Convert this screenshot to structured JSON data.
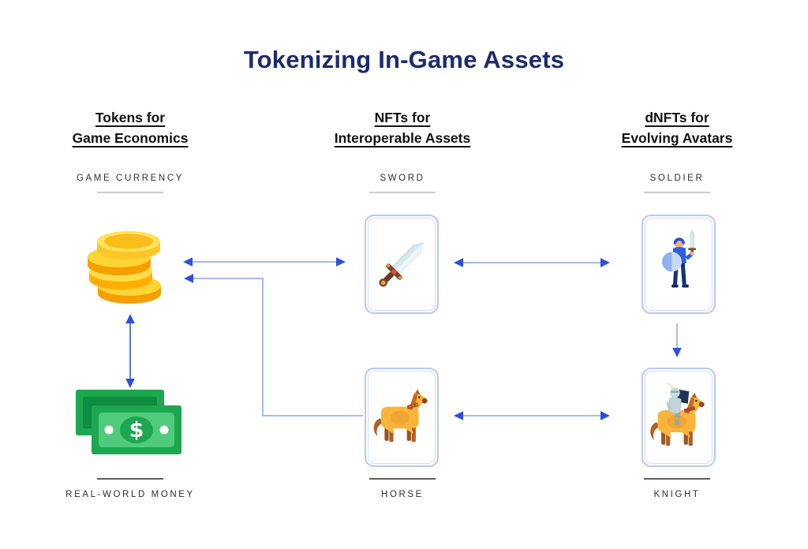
{
  "title": "Tokenizing In-Game Assets",
  "columns": [
    {
      "header": [
        "Tokens for",
        "Game Economics"
      ],
      "top_label": "GAME CURRENCY",
      "bottom_label": "REAL-WORLD MONEY",
      "top_icon": "coins-icon",
      "bottom_icon": "money-icon"
    },
    {
      "header": [
        "NFTs for",
        "Interoperable Assets"
      ],
      "top_label": "SWORD",
      "bottom_label": "HORSE",
      "top_icon": "sword-icon",
      "bottom_icon": "horse-icon"
    },
    {
      "header": [
        "dNFTs for",
        "Evolving Avatars"
      ],
      "top_label": "SOLDIER",
      "bottom_label": "KNIGHT",
      "top_icon": "soldier-icon",
      "bottom_icon": "knight-icon"
    }
  ],
  "relationships": [
    {
      "from": "game-currency",
      "to": "sword",
      "direction": "bidirectional"
    },
    {
      "from": "sword",
      "to": "soldier",
      "direction": "bidirectional"
    },
    {
      "from": "horse",
      "to": "knight",
      "direction": "bidirectional"
    },
    {
      "from": "game-currency",
      "to": "real-world-money",
      "direction": "bidirectional"
    },
    {
      "from": "soldier",
      "to": "knight",
      "direction": "one-way-down"
    },
    {
      "from": "horse",
      "to": "game-currency",
      "direction": "one-way-elbow"
    }
  ],
  "colors": {
    "background": "#ffffff",
    "title_text": "#1c2c6e",
    "header_text": "#121212",
    "label_text": "#2e2e2e",
    "rule_top": "#cccccc",
    "rule_bottom": "#5e5e5e",
    "arrow_line": "#a7baf1",
    "arrow_line_strong": "#5b76e8",
    "arrow_head": "#2b4fe0",
    "card_border": "#b7c8f5",
    "coin_yellow": "#ffd435",
    "coin_orange": "#f59f00",
    "bill_green": "#1ca750",
    "bill_light_green": "#4fcb7b"
  }
}
